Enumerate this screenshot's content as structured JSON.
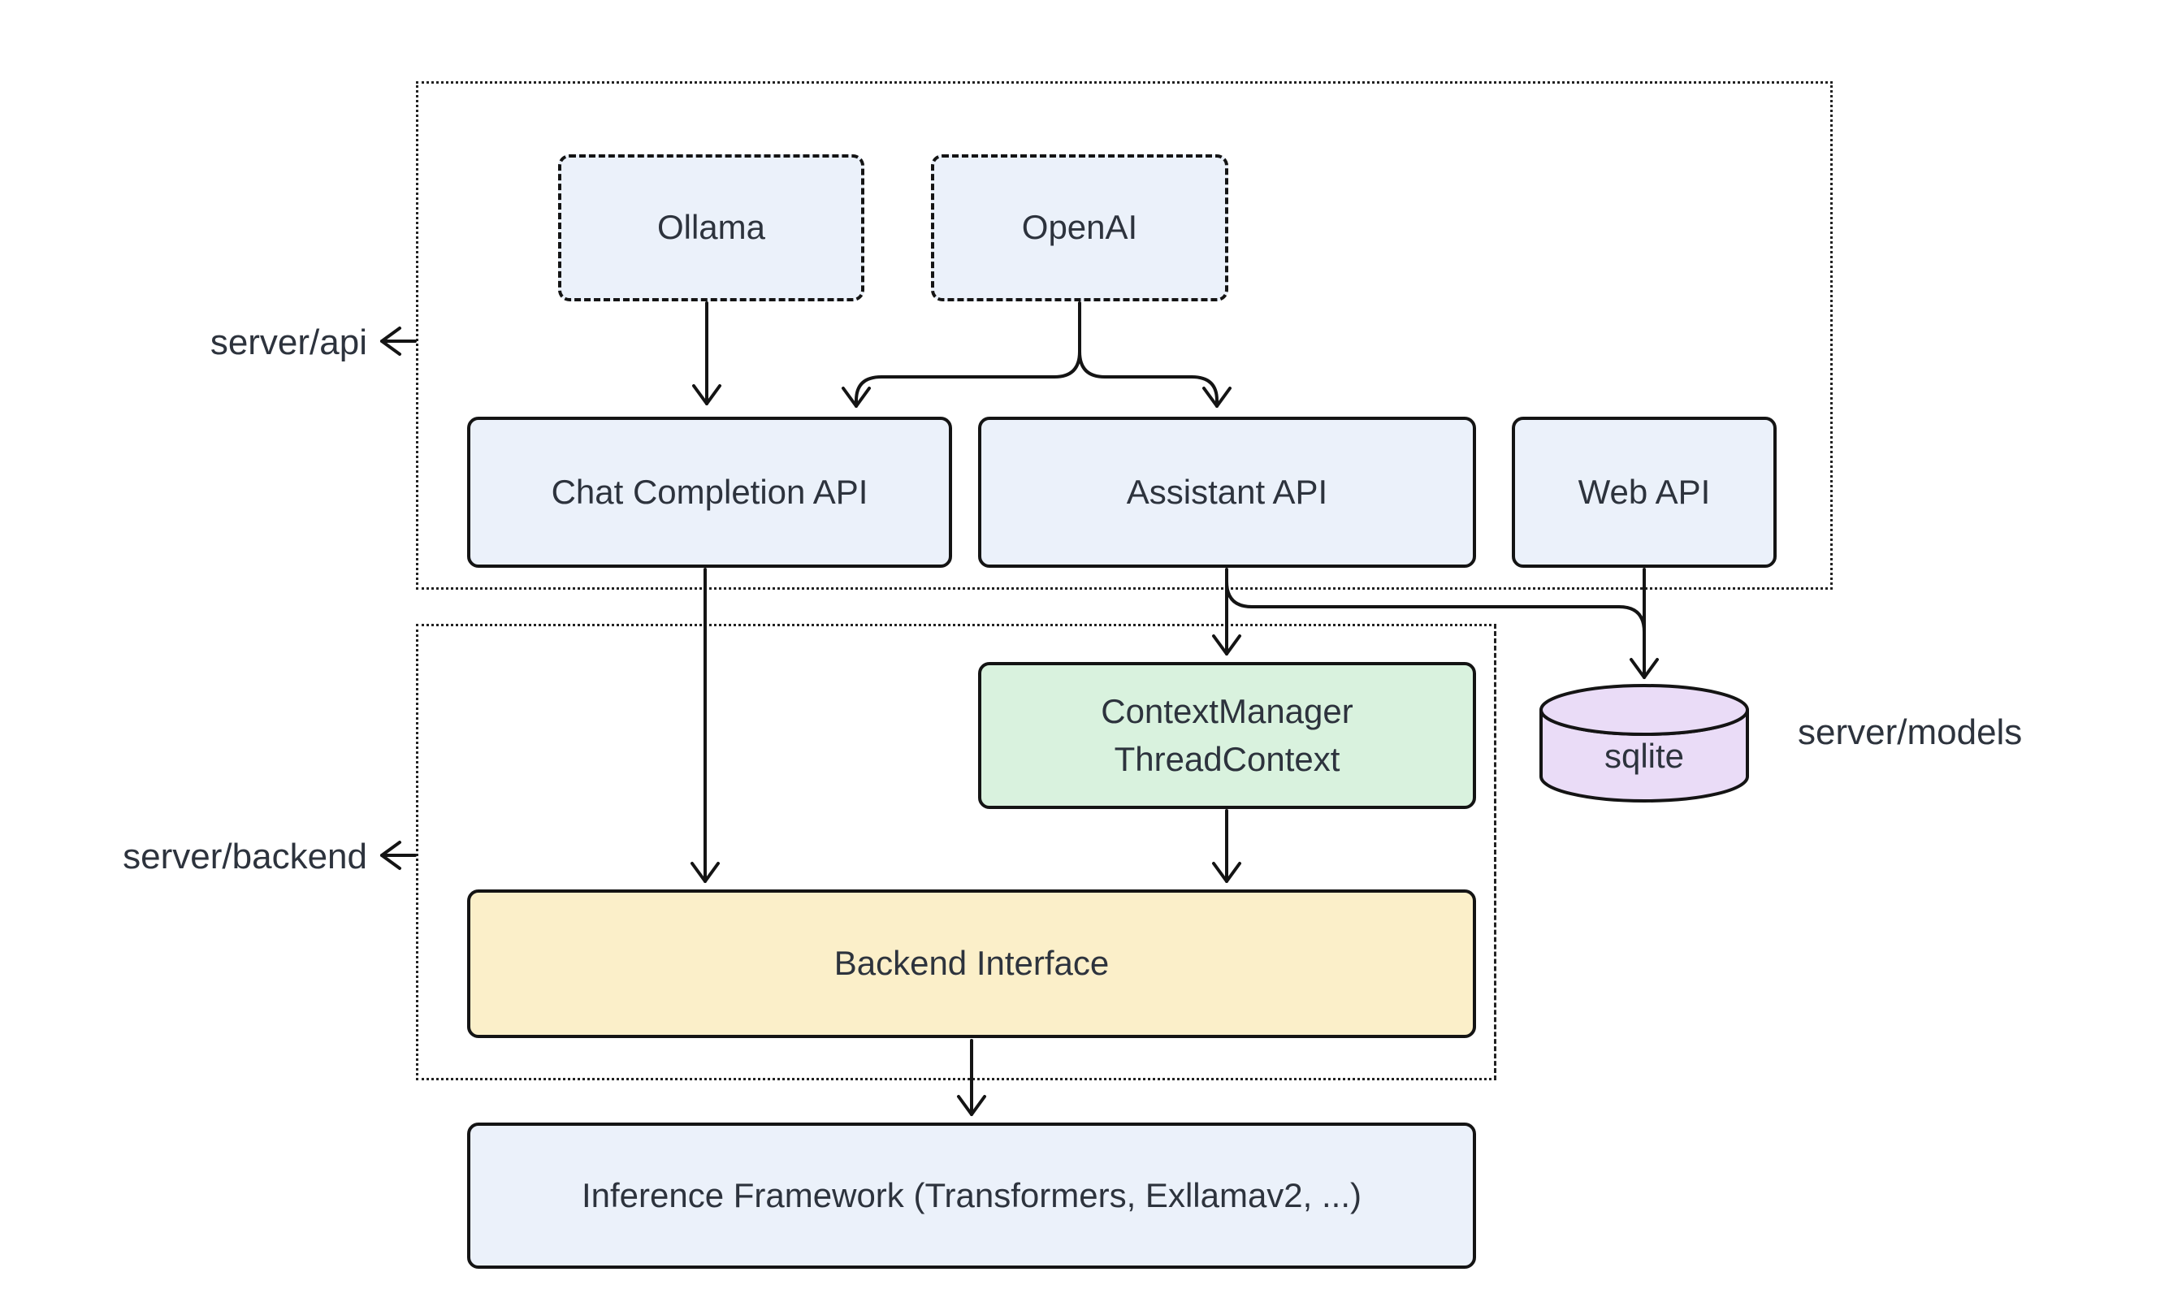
{
  "diagram": {
    "containers": {
      "server_api": {
        "label": "server/api"
      },
      "server_backend": {
        "label": "server/backend"
      }
    },
    "nodes": {
      "ollama": {
        "label": "Ollama"
      },
      "openai": {
        "label": "OpenAI"
      },
      "chat_completion_api": {
        "label": "Chat Completion API"
      },
      "assistant_api": {
        "label": "Assistant API"
      },
      "web_api": {
        "label": "Web API"
      },
      "context_manager": {
        "line1": "ContextManager",
        "line2": "ThreadContext"
      },
      "backend_interface": {
        "label": "Backend Interface"
      },
      "sqlite": {
        "label": "sqlite"
      },
      "inference_framework": {
        "label": "Inference Framework (Transformers, Exllamav2, ...)"
      }
    },
    "side_labels": {
      "server_models": {
        "label": "server/models"
      }
    },
    "edges": [
      {
        "from": "Ollama",
        "to": "Chat Completion API"
      },
      {
        "from": "OpenAI",
        "to": "Chat Completion API"
      },
      {
        "from": "OpenAI",
        "to": "Assistant API"
      },
      {
        "from": "Chat Completion API",
        "to": "Backend Interface"
      },
      {
        "from": "Assistant API",
        "to": "ContextManager ThreadContext"
      },
      {
        "from": "Assistant API",
        "to": "sqlite"
      },
      {
        "from": "Web API",
        "to": "sqlite"
      },
      {
        "from": "ContextManager ThreadContext",
        "to": "Backend Interface"
      },
      {
        "from": "Backend Interface",
        "to": "Inference Framework (Transformers, Exllamav2, ...)"
      }
    ],
    "colors": {
      "node_fill_blue": "#EBF1FA",
      "node_fill_green": "#D9F2DE",
      "node_fill_yellow": "#FBEFC9",
      "node_fill_purple": "#EADCF7",
      "stroke": "#141414",
      "text": "#2D333D",
      "background": "#FFFFFF"
    }
  }
}
